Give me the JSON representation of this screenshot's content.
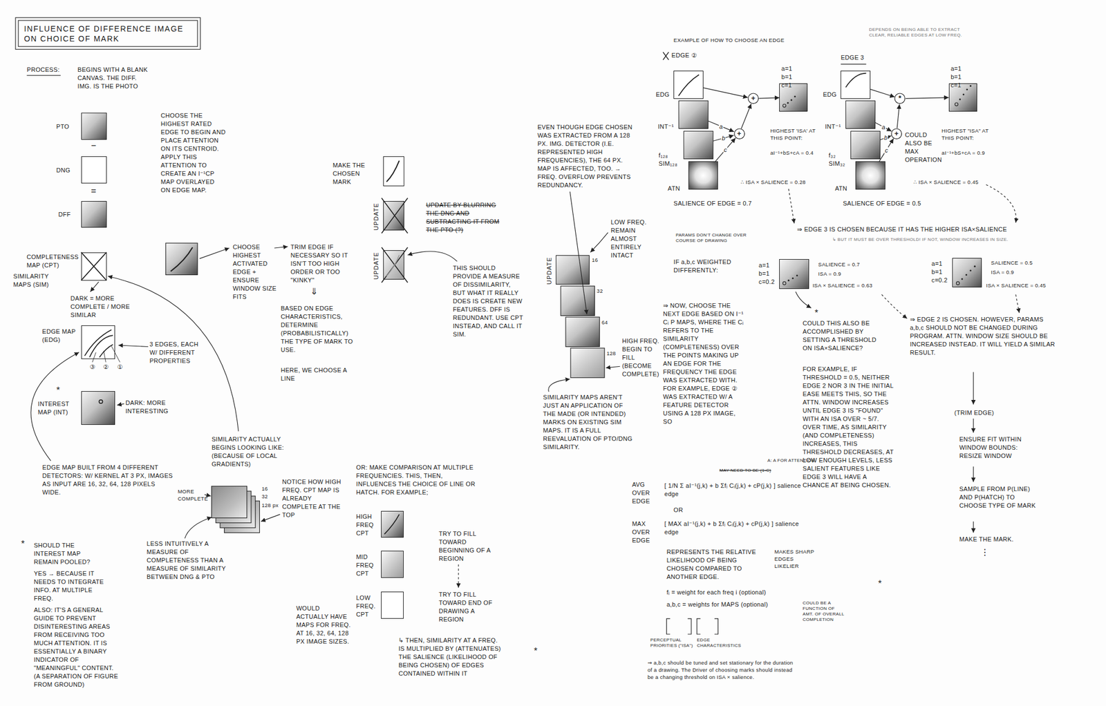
{
  "diagram": {
    "title": "INFLUENCE OF DIFFERENCE IMAGE ON CHOICE OF MARK",
    "nodes": [
      {
        "text": [
          "PTO"
        ]
      },
      {
        "text": [
          "DNG"
        ]
      },
      {
        "text": [
          "DFF"
        ]
      },
      {
        "text": [
          "COMPLETENESS MAP (CPT)",
          "SIMILARITY MAPS (SIM)"
        ]
      },
      {
        "text": [
          "EDGE MAP (EDG)"
        ]
      },
      {
        "text": [
          "INTEREST MAP (INT)"
        ]
      },
      {
        "text": [
          "MAKE THE CHOSEN MARK"
        ]
      },
      {
        "text": [
          "UPDATE"
        ]
      },
      {
        "text": [
          "UPDATE"
        ]
      },
      {
        "text": [
          "HIGH FREQ CPT"
        ]
      },
      {
        "text": [
          "MID FREQ CPT"
        ]
      },
      {
        "text": [
          "LOW FREQ. CPT"
        ]
      },
      {
        "text": [
          "UPDATE"
        ]
      },
      {
        "text": [
          "EDG"
        ]
      },
      {
        "text": [
          "INT⁻¹"
        ]
      },
      {
        "text": [
          "f₁₂₈ SIM₁₂₈"
        ]
      },
      {
        "text": [
          "ATN"
        ]
      },
      {
        "text": [
          "+"
        ]
      },
      {
        "text": [
          "+"
        ]
      },
      {
        "text": [
          "a=1 b=1 c=1"
        ]
      },
      {
        "text": [
          "EDG"
        ]
      },
      {
        "text": [
          "INT⁻¹"
        ]
      },
      {
        "text": [
          "f₃₂ SIM₃₂"
        ]
      },
      {
        "text": [
          "ATN"
        ]
      },
      {
        "text": [
          "+",
          "COULD ALSO BE MAX OPERATION"
        ]
      },
      {
        "text": [
          "*"
        ]
      },
      {
        "text": [
          "a=1 b=1 c=1"
        ]
      },
      {
        "text": [
          "a=1 b=1 c=0.2"
        ]
      },
      {
        "text": [
          "a=1 b=1 c=0.2"
        ]
      }
    ],
    "edges": [
      {
        "from": 13,
        "to": 18,
        "arrow": "to"
      },
      {
        "from": 14,
        "to": 17,
        "label": "a",
        "arrow": "to"
      },
      {
        "from": 15,
        "to": 17,
        "label": "b",
        "arrow": "to"
      },
      {
        "from": 16,
        "to": 17,
        "label": "c",
        "arrow": "to"
      },
      {
        "from": 17,
        "to": 18,
        "arrow": "to"
      },
      {
        "from": 18,
        "to": 19,
        "arrow": "to"
      },
      {
        "from": 20,
        "to": 25,
        "arrow": "to"
      },
      {
        "from": 21,
        "to": 24,
        "label": "a",
        "arrow": "to"
      },
      {
        "from": 22,
        "to": 24,
        "label": "b",
        "arrow": "to"
      },
      {
        "from": 23,
        "to": 24,
        "label": "c",
        "arrow": "to"
      },
      {
        "from": 24,
        "to": 25,
        "arrow": "to"
      },
      {
        "from": 25,
        "to": 26,
        "arrow": "to"
      }
    ],
    "labels": [
      "PROCESS:",
      "BEGINS WITH A BLANK CANVAS. THE DIFF. IMG. IS THE PHOTO",
      "−",
      "=",
      "CHOOSE THE HIGHEST RATED EDGE TO BEGIN AND PLACE ATTENTION ON ITS CENTROID. APPLY THIS ATTENTION TO CREATE AN I⁻¹CP MAP OVERLAYED ON EDGE MAP.",
      "DARK = MORE COMPLETE / MORE SIMILAR",
      "③",
      "②",
      "①",
      "3 EDGES, EACH W/ DIFFERENT PROPERTIES",
      "*",
      "DARK: MORE INTERESTING",
      "EDGE MAP BUILT FROM 4 DIFFERENT DETECTORS: W/ KERNEL AT 3 PX, IMAGES AS INPUT ARE 16, 32, 64, 128 PIXELS WIDE.",
      "*",
      "SHOULD THE INTEREST MAP REMAIN POOLED?",
      "YES → BECAUSE IT NEEDS TO INTEGRATE INFO. AT MULTIPLE FREQ.",
      "ALSO: IT'S A GENERAL GUIDE TO PREVENT DISINTERESTING AREAS FROM RECEIVING TOO MUCH ATTENTION. IT IS ESSENTIALLY A BINARY INDICATOR OF \"MEANINGFUL\" CONTENT. (A SEPARATION OF FIGURE FROM GROUND)",
      "SIMILARITY ACTUALLY BEGINS LOOKING LIKE: (BECAUSE OF LOCAL GRADIENTS)",
      "MORE COMPLETE",
      "16",
      "32",
      "128 px",
      "NOTICE HOW HIGH FREQ. CPT MAP IS ALREADY COMPLETE AT THE TOP",
      "LESS INTUITIVELY A MEASURE OF COMPLETENESS THAN A MEASURE OF SIMILARITY BETWEEN DNG & PTO",
      "CHOOSE HIGHEST ACTIVATED EDGE + ENSURE WINDOW SIZE FITS",
      "TRIM EDGE IF NECESSARY SO IT ISN'T TOO HIGH ORDER OR TOO \"KINKY\"",
      "⇓",
      "BASED ON EDGE CHARACTERISTICS, DETERMINE (PROBABILISTICALLY) THE TYPE OF MARK TO USE.",
      "HERE, WE CHOOSE A LINE",
      "UPDATE BY BLURRING THE DNG AND SUBTRACTING IT FROM THE PTO (?)",
      "THIS SHOULD PROVIDE A MEASURE OF DISSIMILARITY, BUT WHAT IT REALLY DOES IS CREATE NEW FEATURES. DFF IS REDUNDANT. USE CPT INSTEAD, AND CALL IT SIM.",
      "EVEN THOUGH EDGE CHOSEN WAS EXTRACTED FROM A 128 PX. IMG. DETECTOR (I.E. REPRESENTED HIGH FREQUENCIES), THE 64 PX. MAP IS AFFECTED, TOO. → FREQ. OVERFLOW PREVENTS REDUNDANCY.",
      "LOW FREQ. REMAIN ALMOST ENTIRELY INTACT",
      "16",
      "32",
      "64",
      "128",
      "HIGH FREQ. BEGIN TO FILL (BECOME COMPLETE)",
      "SIMILARITY MAPS AREN'T JUST AN APPLICATION OF THE MADE (OR INTENDED) MARKS ON EXISTING SIM MAPS. IT IS A FULL REEVALUATION OF PTO/DNG SIMILARITY.",
      "OR: MAKE COMPARISON AT MULTIPLE FREQUENCIES. THIS, THEN, INFLUENCES THE CHOICE OF LINE OR HATCH. FOR EXAMPLE;",
      "TRY TO FILL TOWARD BEGINNING OF A REGION",
      "TRY TO FILL TOWARD END OF DRAWING A REGION",
      "WOULD ACTUALLY HAVE MAPS FOR FREQ. AT 16, 32, 64, 128 PX IMAGE SIZES.",
      "↳ THEN, SIMILARITY AT A FREQ. IS MULTIPLIED BY (ATTENUATES) THE SALIENCE (LIKELIHOOD OF BEING CHOSEN) OF EDGES CONTAINED WITHIN IT",
      "*",
      "EXAMPLE OF HOW TO CHOOSE AN EDGE",
      "DEPENDS ON BEING ABLE TO EXTRACT CLEAR, RELIABLE EDGES AT LOW FREQ.",
      "EDGE ②",
      "EDGE 3",
      "HIGHEST 'ISA' AT THIS POINT:",
      "aI⁻¹+bS+cA = 0.4",
      "∴ ISA × SALIENCE = 0.28",
      "SALIENCE OF EDGE = 0.7",
      "HIGHEST \"ISA\" AT THIS POINT:",
      "aI⁻¹+bS+cA = 0.9",
      "∴ ISA × SALIENCE = 0.45",
      "SALIENCE OF EDGE = 0.5",
      "⇒ EDGE 3 IS CHOSEN BECAUSE IT HAS THE HIGHER ISA×SALIENCE",
      "↳ BUT IT MUST BE OVER THRESHOLD! IF NOT, WINDOW INCREASES IN SIZE.",
      "PARAMS DON'T CHANGE OVER COURSE OF DRAWING",
      "IF a,b,c WEIGHTED DIFFERENTLY:",
      "SALIENCE = 0.7",
      "ISA = 0.9",
      "ISA × SALIENCE = 0.63",
      "SALIENCE = 0.5",
      "ISA = 0.9",
      "ISA × SALIENCE = 0.45",
      "⇒ NOW, CHOOSE THE NEXT EDGE BASED ON I⁻¹ Cᵢ P MAPS, WHERE THE Cᵢ REFERS TO THE SIMILARITY (COMPLETENESS) OVER THE POINTS MAKING UP AN EDGE FOR THE FREQUENCY THE EDGE WAS EXTRACTED WITH. FOR EXAMPLE, EDGE ② WAS EXTRACTED W/ A FEATURE DETECTOR USING A 128 PX IMAGE, SO",
      "*",
      "COULD THIS ALSO BE ACCOMPLISHED BY SETTING A THRESHOLD ON ISA×SALIENCE?",
      "FOR EXAMPLE, IF THRESHOLD = 0.5, NEITHER EDGE 2 NOR 3 IN THE INITIAL EASE MEETS THIS, SO THE ATTN. WINDOW INCREASES UNTIL EDGE 3 IS \"FOUND\" WITH AN ISA OVER ~ 5/7. OVER TIME, AS SIMILARITY (AND COMPLETENESS) INCREASES, THIS THRESHOLD DECREASES, AT LOW ENOUGH LEVELS, LESS SALIENT FEATURES LIKE EDGE 3 WILL HAVE A CHANCE AT BEING CHOSEN.",
      "*",
      "⇒ EDGE 2 IS CHOSEN. HOWEVER, PARAMS a,b,c SHOULD NOT BE CHANGED DURING PROGRAM. ATTN. WINDOW SIZE SHOULD BE INCREASED INSTEAD. IT WILL YIELD A SIMILAR RESULT.",
      "(TRIM EDGE)",
      "ENSURE FIT WITHIN WINDOW BOUNDS: RESIZE WINDOW",
      "SAMPLE FROM P(LINE) AND P(HATCH) TO CHOOSE TYPE OF MARK",
      "MAKE THE MARK.",
      "⋮",
      "AVG OVER EDGE",
      "[ 1/N Σ aI⁻¹(j,k) + b Σfᵢ Cᵢ(j,k) + cP(j,k) ] salience edge",
      "A: A FOR ATTENTION",
      "MAY NEED TO BE (1-C)",
      "OR",
      "MAX OVER EDGE",
      "[ MAX aI⁻¹(j,k) + b Σfᵢ Cᵢ(j,k) + cP(j,k) ] salience edge",
      "REPRESENTS THE RELATIVE LIKELIHOOD OF BEING CHOSEN COMPARED TO ANOTHER EDGE.",
      "MAKES SHARP EDGES LIKELIER",
      "fᵢ = weight for each freq i (optional)",
      "a,b,c = weights for MAPS (optional)",
      "COULD BE A FUNCTION OF AMT. OF OVERALL COMPLETION",
      "PERCEPTUAL PRIORITIES (\"ISA\")",
      "EDGE CHARACTERISTICS",
      "⇒ a,b,c should be tuned and set stationary for the duration of a drawing. The Driver of choosing marks should instead be a changing threshold on ISA × salience."
    ]
  }
}
